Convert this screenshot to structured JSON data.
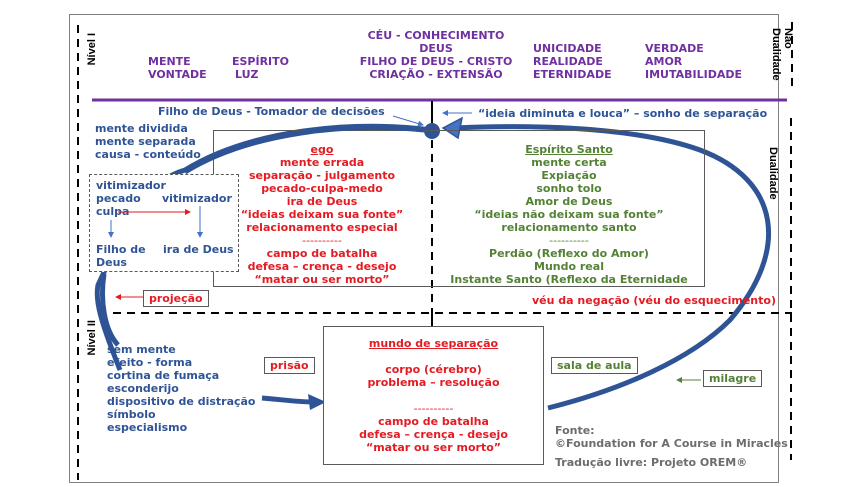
{
  "level_labels": {
    "level1": "Nível I",
    "level2": "Nível II",
    "non_duality": [
      "Não",
      "Dualidade"
    ],
    "duality": "Dualidade"
  },
  "heaven": {
    "col1": [
      "MENTE",
      "VONTADE"
    ],
    "col2": [
      "ESPÍRITO",
      "LUZ"
    ],
    "col3": [
      "CÉU - CONHECIMENTO",
      "DEUS",
      "FILHO DE DEUS - CRISTO",
      "CRIAÇÃO - EXTENSÃO"
    ],
    "col4": [
      "UNICIDADE",
      "REALIDADE",
      "ETERNIDADE"
    ],
    "col5": [
      "VERDADE",
      "AMOR",
      "IMUTABILIDADE"
    ]
  },
  "decision_maker": "Filho de Deus - Tomador de decisões",
  "tiny_mad_idea": "“ideia diminuta e louca” – sonho de separação",
  "split_mind": [
    "mente dividida",
    "mente separada",
    "causa - conteúdo"
  ],
  "ego_box": {
    "title": "ego",
    "lines": [
      "mente errada",
      "separação - julgamento",
      "pecado-culpa-medo",
      "ira de Deus",
      "“ideias deixam sua fonte”",
      "relacionamento especial",
      "----------",
      "campo de batalha",
      "defesa – crença - desejo",
      "“matar ou ser morto”"
    ]
  },
  "holy_spirit_box": {
    "title": "Espírito Santo",
    "lines": [
      "mente certa",
      "Expiação",
      "sonho tolo",
      "Amor de Deus",
      "“ideias não deixam sua fonte”",
      "relacionamento santo",
      "----------",
      "Perdão (Reflexo do Amor)",
      "Mundo real",
      "Instante Santo (Reflexo da Eternidade"
    ]
  },
  "victimizer_box": {
    "victimizer1": "vitimizador",
    "sin": "pecado",
    "guilt": "culpa",
    "victimizer2": "vitimizador",
    "son_of_god": [
      "Filho de",
      "Deus"
    ],
    "wrath": "ira de Deus"
  },
  "projection_label": "projeção",
  "veil_label": "véu da negação (véu do esquecimento)",
  "mindless": [
    "sem mente",
    "efeito - forma",
    "cortina de fumaça",
    "esconderijo",
    "dispositivo de distração",
    "símbolo",
    "especialismo"
  ],
  "prison_label": "prisão",
  "world_box": {
    "title": "mundo de separação",
    "lines": [
      "corpo (cérebro)",
      "problema – resolução",
      "----------",
      "campo de batalha",
      "defesa – crença - desejo",
      "“matar ou ser morto”"
    ]
  },
  "classroom_label": "sala de aula",
  "miracle_label": "milagre",
  "source": {
    "label": "Fonte:",
    "copyright": "©Foundation for A Course in Miracles",
    "translation": "Tradução livre: Projeto OREM®"
  },
  "colors": {
    "purple": "#7030a0",
    "blue": "#2f5496",
    "red": "#e31b23",
    "green": "#548235",
    "arc": "#2f5496"
  }
}
